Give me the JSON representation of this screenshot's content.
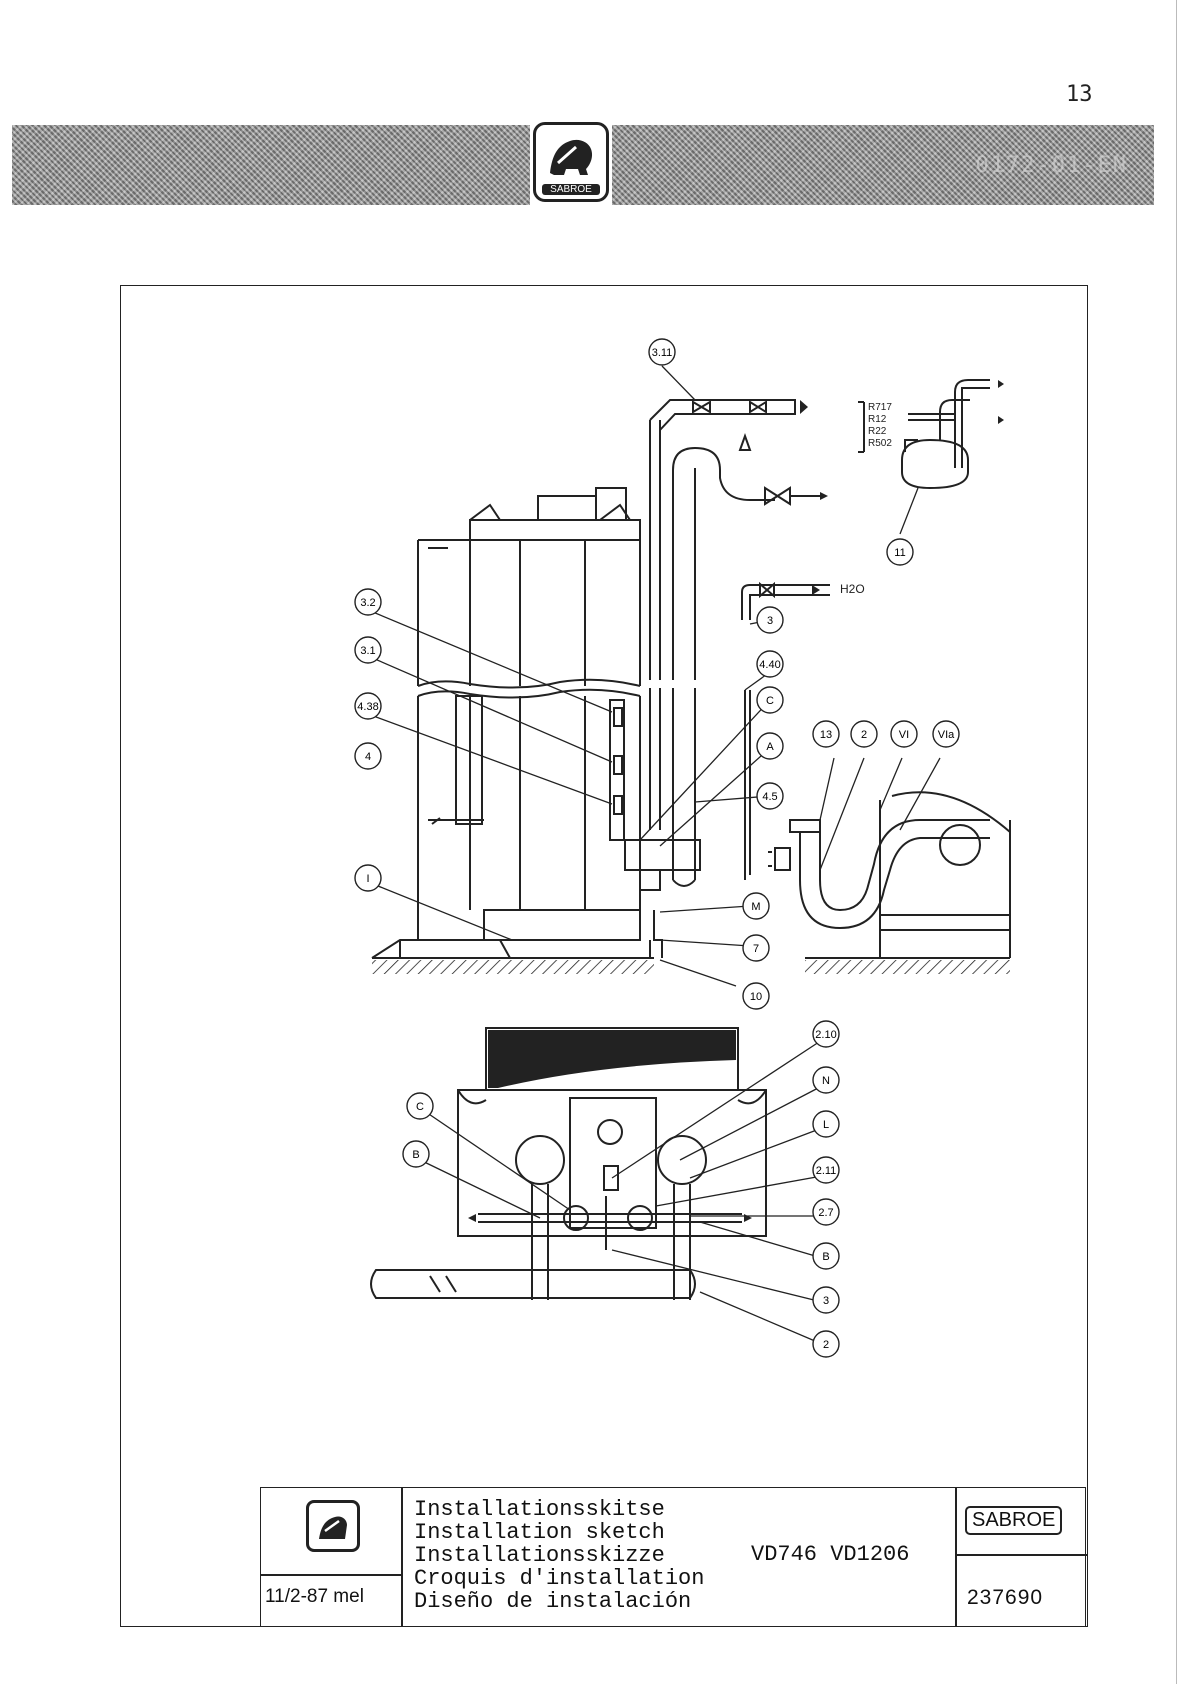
{
  "page_number": "13",
  "header": {
    "logo_text": "SABROE",
    "band_code": "0172-01-EN"
  },
  "callouts_side_view": {
    "c3_11": "3.11",
    "c3_2": "3.2",
    "c3_1": "3.1",
    "c4_38": "4.38",
    "c4": "4",
    "cI": "I",
    "c3": "3",
    "c4_40": "4.40",
    "cC": "C",
    "cA": "A",
    "c4_5": "4.5",
    "cM": "M",
    "c7": "7",
    "c10": "10",
    "c11": "11",
    "c13": "13",
    "c2": "2",
    "cVI": "VI",
    "cVIa": "VIa"
  },
  "callouts_top_view": {
    "c2_10": "2.10",
    "cN": "N",
    "cL": "L",
    "c2_11": "2.11",
    "c2_7": "2.7",
    "cB_right": "B",
    "c3": "3",
    "c2": "2",
    "cC": "C",
    "cB_left": "B"
  },
  "refrigerants": [
    "R717",
    "R12",
    "R22",
    "R502"
  ],
  "water_label": "H2O",
  "title_block": {
    "titles": [
      "Installationsskitse",
      "Installation sketch",
      "Installationsskizze",
      "Croquis d'installation",
      "Diseño de instalación"
    ],
    "models": "VD746 VD1206",
    "date": "11/2-87 mel",
    "brand": "SABROE",
    "drawing_number": "237690"
  }
}
